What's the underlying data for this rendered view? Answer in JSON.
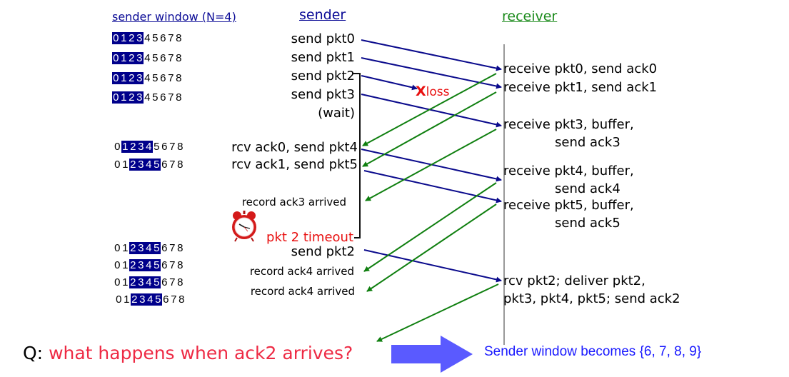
{
  "headers": {
    "window_title": "sender window (N=4)",
    "sender": "sender",
    "receiver": "receiver"
  },
  "sender_windows": [
    {
      "numbers": [
        "0",
        "1",
        "2",
        "3",
        "4",
        "5",
        "6",
        "7",
        "8"
      ],
      "window_start": 0,
      "window_size": 4
    },
    {
      "numbers": [
        "0",
        "1",
        "2",
        "3",
        "4",
        "5",
        "6",
        "7",
        "8"
      ],
      "window_start": 0,
      "window_size": 4
    },
    {
      "numbers": [
        "0",
        "1",
        "2",
        "3",
        "4",
        "5",
        "6",
        "7",
        "8"
      ],
      "window_start": 0,
      "window_size": 4
    },
    {
      "numbers": [
        "0",
        "1",
        "2",
        "3",
        "4",
        "5",
        "6",
        "7",
        "8"
      ],
      "window_start": 0,
      "window_size": 4
    },
    {
      "numbers": [
        "0",
        "1",
        "2",
        "3",
        "4",
        "5",
        "6",
        "7",
        "8"
      ],
      "window_start": 1,
      "window_size": 4
    },
    {
      "numbers": [
        "0",
        "1",
        "2",
        "3",
        "4",
        "5",
        "6",
        "7",
        "8"
      ],
      "window_start": 2,
      "window_size": 4
    },
    {
      "numbers": [
        "0",
        "1",
        "2",
        "3",
        "4",
        "5",
        "6",
        "7",
        "8"
      ],
      "window_start": 2,
      "window_size": 4
    },
    {
      "numbers": [
        "0",
        "1",
        "2",
        "3",
        "4",
        "5",
        "6",
        "7",
        "8"
      ],
      "window_start": 2,
      "window_size": 4
    },
    {
      "numbers": [
        "0",
        "1",
        "2",
        "3",
        "4",
        "5",
        "6",
        "7",
        "8"
      ],
      "window_start": 2,
      "window_size": 4
    },
    {
      "numbers": [
        "0",
        "1",
        "2",
        "3",
        "4",
        "5",
        "6",
        "7",
        "8"
      ],
      "window_start": 2,
      "window_size": 4
    }
  ],
  "sender_events": {
    "send_pkt0": "send  pkt0",
    "send_pkt1": "send  pkt1",
    "send_pkt2": "send  pkt2",
    "send_pkt3": "send  pkt3",
    "wait": "(wait)",
    "rcv_ack0": "rcv ack0, send pkt4",
    "rcv_ack1": "rcv ack1, send pkt5",
    "record_ack3": "record ack3 arrived",
    "timeout": "pkt 2 timeout",
    "resend_pkt2": "send  pkt2",
    "record_ack4_a": "record ack4 arrived",
    "record_ack4_b": "record ack4 arrived"
  },
  "loss_label": "loss",
  "loss_mark": "X",
  "receiver_events": {
    "r0": "receive pkt0, send ack0",
    "r1": "receive pkt1, send ack1",
    "r3_line1": "receive pkt3, buffer,",
    "r3_line2": "send ack3",
    "r4_line1": "receive pkt4, buffer,",
    "r4_line2": "send ack4",
    "r5_line1": "receive pkt5, buffer,",
    "r5_line2": "send ack5",
    "r2_line1": "rcv pkt2; deliver pkt2,",
    "r2_line2": "pkt3, pkt4, pkt5; send ack2"
  },
  "question": {
    "prefix": "Q:",
    "text": "what happens when ack2 arrives?"
  },
  "answer": "Sender window becomes  {6, 7, 8, 9}",
  "colors": {
    "packet_arrow": "#0a0a8c",
    "ack_arrow": "#0f7f0f",
    "window_highlight": "#00008b",
    "timeout_text": "#e81010",
    "question_text": "#ee2a44",
    "answer_text": "#1a1aff",
    "big_arrow": "#5a5aff"
  }
}
